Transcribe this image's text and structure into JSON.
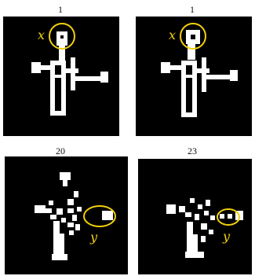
{
  "colors": {
    "background": "#000000",
    "shape": "#ffffff",
    "annotation": "#f2d10a",
    "label_text": "#111111"
  },
  "panels": [
    {
      "label": "1",
      "marker": "x"
    },
    {
      "label": "1",
      "marker": "x"
    },
    {
      "label": "20",
      "marker": "y"
    },
    {
      "label": "23",
      "marker": "y"
    }
  ]
}
